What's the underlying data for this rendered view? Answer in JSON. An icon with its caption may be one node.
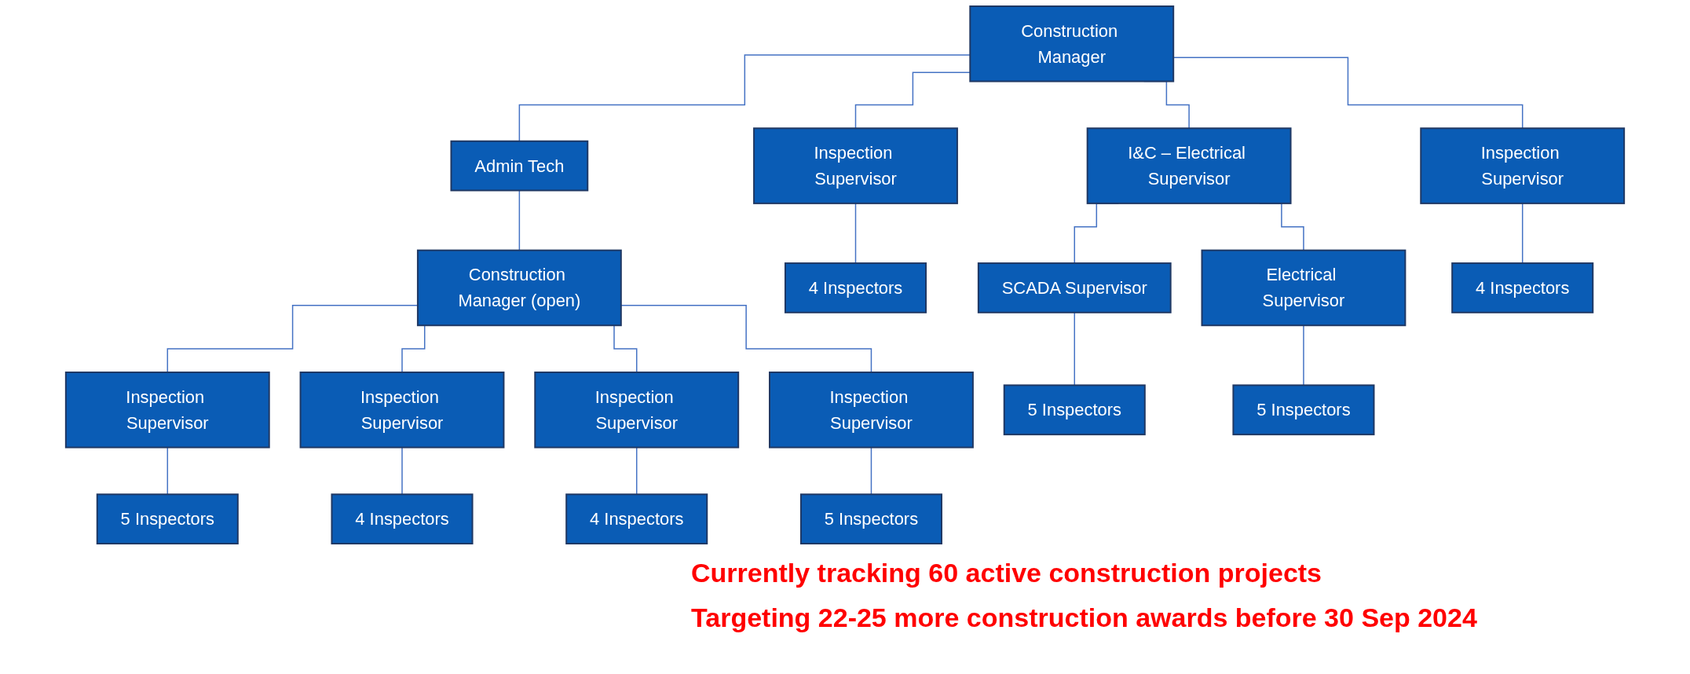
{
  "diagram": {
    "nodes": [
      {
        "text": [
          "Construction Manager"
        ]
      },
      {
        "text": [
          "Admin Tech"
        ]
      },
      {
        "text": [
          "Construction Manager (open)"
        ]
      },
      {
        "text": [
          "Inspection Supervisor"
        ]
      },
      {
        "text": [
          "I&C – Electrical Supervisor"
        ]
      },
      {
        "text": [
          "Inspection Supervisor"
        ]
      },
      {
        "text": [
          "4 Inspectors"
        ]
      },
      {
        "text": [
          "4 Inspectors"
        ]
      },
      {
        "text": [
          "SCADA Supervisor"
        ]
      },
      {
        "text": [
          "Electrical Supervisor"
        ]
      },
      {
        "text": [
          "5 Inspectors"
        ]
      },
      {
        "text": [
          "5 Inspectors"
        ]
      },
      {
        "text": [
          "Inspection Supervisor"
        ]
      },
      {
        "text": [
          "Inspection Supervisor"
        ]
      },
      {
        "text": [
          "Inspection Supervisor"
        ]
      },
      {
        "text": [
          "Inspection Supervisor"
        ]
      },
      {
        "text": [
          "5 Inspectors"
        ]
      },
      {
        "text": [
          "4 Inspectors"
        ]
      },
      {
        "text": [
          "4 Inspectors"
        ]
      },
      {
        "text": [
          "5 Inspectors"
        ]
      }
    ],
    "edges": [
      {
        "from": 0,
        "to": 1,
        "arrow": "none"
      },
      {
        "from": 1,
        "to": 2,
        "arrow": "none"
      },
      {
        "from": 0,
        "to": 3,
        "arrow": "none"
      },
      {
        "from": 0,
        "to": 4,
        "arrow": "none"
      },
      {
        "from": 0,
        "to": 5,
        "arrow": "none"
      },
      {
        "from": 3,
        "to": 6,
        "arrow": "none"
      },
      {
        "from": 5,
        "to": 7,
        "arrow": "none"
      },
      {
        "from": 4,
        "to": 8,
        "arrow": "none"
      },
      {
        "from": 4,
        "to": 9,
        "arrow": "none"
      },
      {
        "from": 8,
        "to": 10,
        "arrow": "none"
      },
      {
        "from": 9,
        "to": 11,
        "arrow": "none"
      },
      {
        "from": 2,
        "to": 12,
        "arrow": "none"
      },
      {
        "from": 2,
        "to": 13,
        "arrow": "none"
      },
      {
        "from": 2,
        "to": 14,
        "arrow": "none"
      },
      {
        "from": 2,
        "to": 15,
        "arrow": "none"
      },
      {
        "from": 12,
        "to": 16,
        "arrow": "none"
      },
      {
        "from": 13,
        "to": 17,
        "arrow": "none"
      },
      {
        "from": 14,
        "to": 18,
        "arrow": "none"
      },
      {
        "from": 15,
        "to": 19,
        "arrow": "none"
      }
    ],
    "labels": [
      "Currently tracking 60 active construction projects",
      "Targeting 22-25 more construction awards before 30 Sep 2024"
    ]
  }
}
